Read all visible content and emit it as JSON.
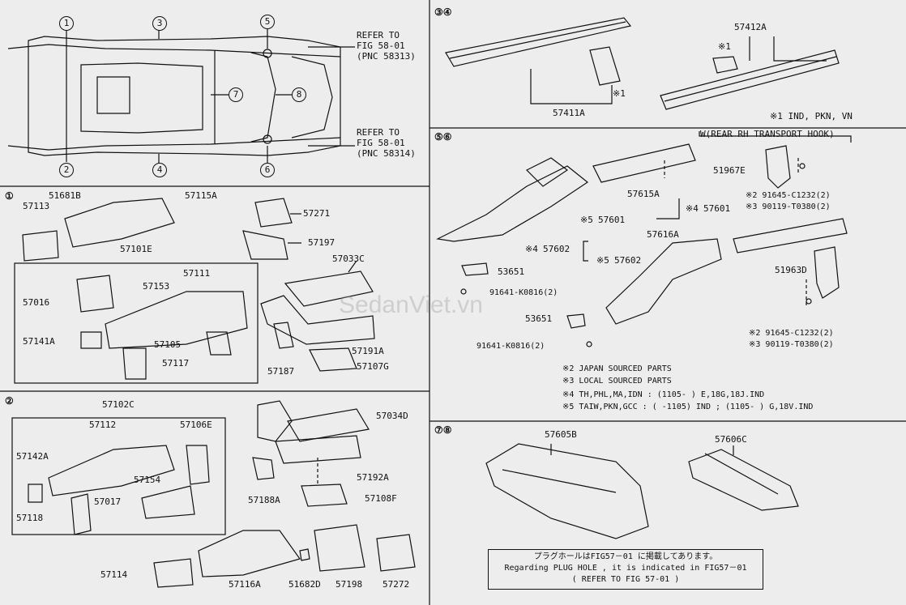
{
  "overview": {
    "callouts": [
      "1",
      "2",
      "3",
      "4",
      "5",
      "6",
      "7",
      "8"
    ],
    "refer_top": [
      "REFER TO",
      "FIG 58-01",
      "(PNC 58313)"
    ],
    "refer_bottom": [
      "REFER TO",
      "FIG 58-01",
      "(PNC 58314)"
    ]
  },
  "panel_34": {
    "header": "③④",
    "parts": [
      "57412A",
      "57411A"
    ],
    "mark1a": "※1",
    "mark1b": "※1",
    "note": "※1 IND, PKN, VN"
  },
  "panel_1": {
    "header": "①",
    "parts": [
      "51681B",
      "57115A",
      "57113",
      "57101E",
      "57111",
      "57016",
      "57153",
      "57141A",
      "57105",
      "57117",
      "57271",
      "57197",
      "57033C",
      "57187",
      "57191A",
      "57107G"
    ]
  },
  "panel_2": {
    "header": "②",
    "parts": [
      "57102C",
      "57112",
      "57106E",
      "57142A",
      "57154",
      "57017",
      "57118",
      "57114",
      "57116A",
      "51682D",
      "57198",
      "57272",
      "57034D",
      "57192A",
      "57188A",
      "57108F"
    ]
  },
  "panel_56": {
    "header": "⑤⑥",
    "transport_hook": "W(REAR RH TRANSPORT HOOK)",
    "parts": [
      "51967E",
      "57615A",
      "57601",
      "57601",
      "57616A",
      "57602",
      "57602",
      "51963D",
      "53651",
      "53651"
    ],
    "p57601_prefix": "※5",
    "p57601b_prefix": "※4",
    "p57602_prefix": "※4",
    "p57602b_prefix": "※5",
    "bolt_a1": "※2  91645-C1232(2)",
    "bolt_a2": "※3  90119-T0380(2)",
    "bolt_b1": "※2  91645-C1232(2)",
    "bolt_b2": "※3  90119-T0380(2)",
    "bolt_c": "91641-K0816(2)",
    "bolt_d": "91641-K0816(2)",
    "notes": [
      "※2 JAPAN SOURCED PARTS",
      "※3 LOCAL SOURCED PARTS",
      "※4 TH,PHL,MA,IDN : (1105-        ) E,18G,18J.IND",
      "※5 TAIW,PKN,GCC : (        -1105) IND ; (1105-        ) G,18V.IND"
    ]
  },
  "panel_78": {
    "header": "⑦⑧",
    "parts": [
      "57605B",
      "57606C"
    ],
    "plug_lines": [
      "プラグホールはFIG57－01 に掲載してあります。",
      "Regarding  PLUG HOLE , it is indicated in FIG57－01",
      "(    REFER TO FIG 57-01    )"
    ]
  },
  "watermark": "SedanViet.vn"
}
